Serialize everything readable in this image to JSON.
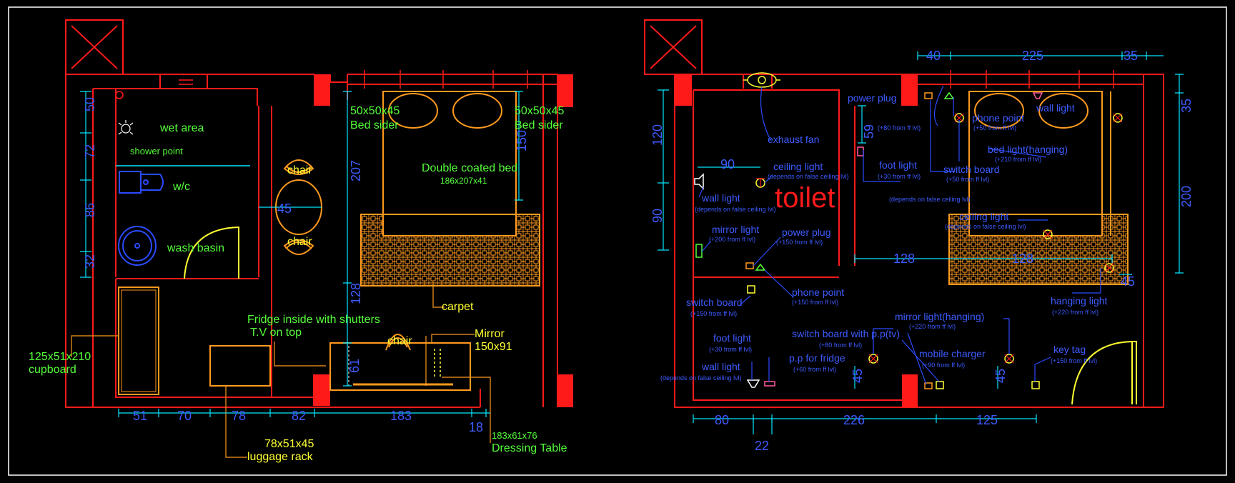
{
  "colors": {
    "background": "#000000",
    "frame": "#ffffff",
    "wall": "#ff1a1a",
    "wall_fill": "#ff1a1a",
    "dimension": "#3d5bff",
    "dim_line": "#00e5ff",
    "label_green": "#55ff3a",
    "label_yellow": "#ffff33",
    "furniture": "#ff9a1e",
    "blue": "#2b4bff"
  },
  "plan1": {
    "labels": {
      "wet_area": "wet area",
      "shower_point": "shower point",
      "wc": "w/c",
      "wash_basin": "wash basin",
      "chair_top": "chair",
      "chair_bottom": "chair",
      "chair_desk": "chair",
      "bed_sider_left_size": "50x50x45",
      "bed_sider_left": "Bed sider",
      "bed_sider_right_size": "50x50x45",
      "bed_sider_right": "Bed sider",
      "bed_title": "Double coated bed",
      "bed_size": "186x207x41",
      "carpet": "carpet",
      "fridge_line1": "Fridge inside with shutters",
      "fridge_line2": "T.V on top",
      "mirror": "Mirror",
      "mirror_size": "150x91",
      "cupboard_size": "125x51x210",
      "cupboard": "cupboard",
      "luggage_size": "78x51x45",
      "luggage": "luggage rack",
      "dressing_size": "183x61x76",
      "dressing": "Dressing Table"
    },
    "dims": {
      "v50": "50",
      "v72": "72",
      "v86": "86",
      "v32": "32",
      "v207": "207",
      "v128": "128",
      "v150": "150",
      "v61": "61",
      "h45": "45",
      "b51": "51",
      "b70": "70",
      "b78": "78",
      "b82": "82",
      "b183": "183",
      "b18": "18"
    }
  },
  "plan2": {
    "labels": {
      "exhaust_fan": "exhaust fan",
      "toilet": "toilet",
      "ceiling_light": "ceiling light",
      "ceiling_light_note": "(depends on false ceiling lvl)",
      "wall_light_1": "wall light",
      "wall_light_1_note": "(depends on false ceiling lvl)",
      "mirror_light": "mirror light",
      "mirror_light_note": "(+200 from ff lvl)",
      "power_plug_1": "power plug",
      "power_plug_1_note": "(+150 from ff lvl)",
      "switch_board_1": "switch board",
      "switch_board_1_note": "(+150 from ff lvl)",
      "phone_point_1": "phone point",
      "phone_point_1_note": "(+150 from ff lvl)",
      "foot_light_1": "foot light",
      "foot_light_1_note": "(+30 from ff lvl)",
      "wall_light_2": "wall light",
      "wall_light_2_note": "(depends on false ceiling lvl)",
      "power_plug_2": "power plug",
      "power_plug_2_note": "(+80 from ff lvl)",
      "foot_light_2": "foot light",
      "foot_light_2_note": "(+30 from ff lvl)",
      "switch_board_2": "switch board",
      "switch_board_2_note": "(+50 from ff lvl)",
      "ceiling_note": "(depends on false ceiling lvl)",
      "phone_point_2": "phone point",
      "phone_point_2_note": "(+50 from ff lvl)",
      "wall_light_3": "wall light",
      "bed_light": "bed light(hanging)",
      "bed_light_note": "(+210 from ff lvl)",
      "ceiling_light_2": "ceiling light",
      "ceiling_light_2_note": "(depends on false ceiling lvl)",
      "hanging_light": "hanging light",
      "hanging_light_note": "(+220 from ff lvl)",
      "mirror_light_hanging": "mirror light(hanging)",
      "mirror_light_hanging_note": "(+220 from ff lvl)",
      "switch_board_pp": "switch board with p.p(tv)",
      "switch_board_pp_note": "(+80 from ff lvl)",
      "pp_fridge": "p.p for fridge",
      "pp_fridge_note": "(+60 from ff lvl)",
      "mobile_charger": "mobile charger",
      "mobile_charger_note": "(+90 from ff lvl)",
      "key_tag": "key tag",
      "key_tag_note": "(+150 from ff lvl)"
    },
    "dims": {
      "v120": "120",
      "v90": "90",
      "h90": "90",
      "v59": "59",
      "t40": "40",
      "t225": "225",
      "t35": "35",
      "r35": "35",
      "r200": "200",
      "m128": "128",
      "m128b": "128",
      "v45a": "45",
      "v45b": "45",
      "r45": "45",
      "b80": "80",
      "b226": "226",
      "b125": "125",
      "b22": "22"
    }
  }
}
